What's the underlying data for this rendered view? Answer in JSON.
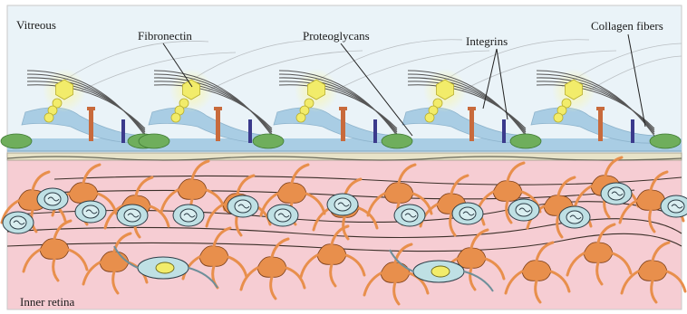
{
  "labels": {
    "vitreous": "Vitreous",
    "fibronectin": "Fibronectin",
    "proteoglycans": "Proteoglycans",
    "integrins": "Integrins",
    "collagen_fibers": "Collagen fibers",
    "inner_retina": "Inner retina"
  },
  "colors": {
    "vitreous_bg": "#eaf3f8",
    "retina_bg": "#f6cdd3",
    "membrane_blue": "#a9cde4",
    "membrane_line": "#8db3cc",
    "fibronectin_yellow": "#f2ec6a",
    "fibronectin_glow": "#fbf7a8",
    "proteoglycan_green": "#6fae5c",
    "integrin_orange": "#c86a3c",
    "integrin_purple": "#3b3a8c",
    "glia_orange": "#e88f4c",
    "neuron_blue": "#bfe0e4",
    "fiber_gray": "#555555"
  }
}
